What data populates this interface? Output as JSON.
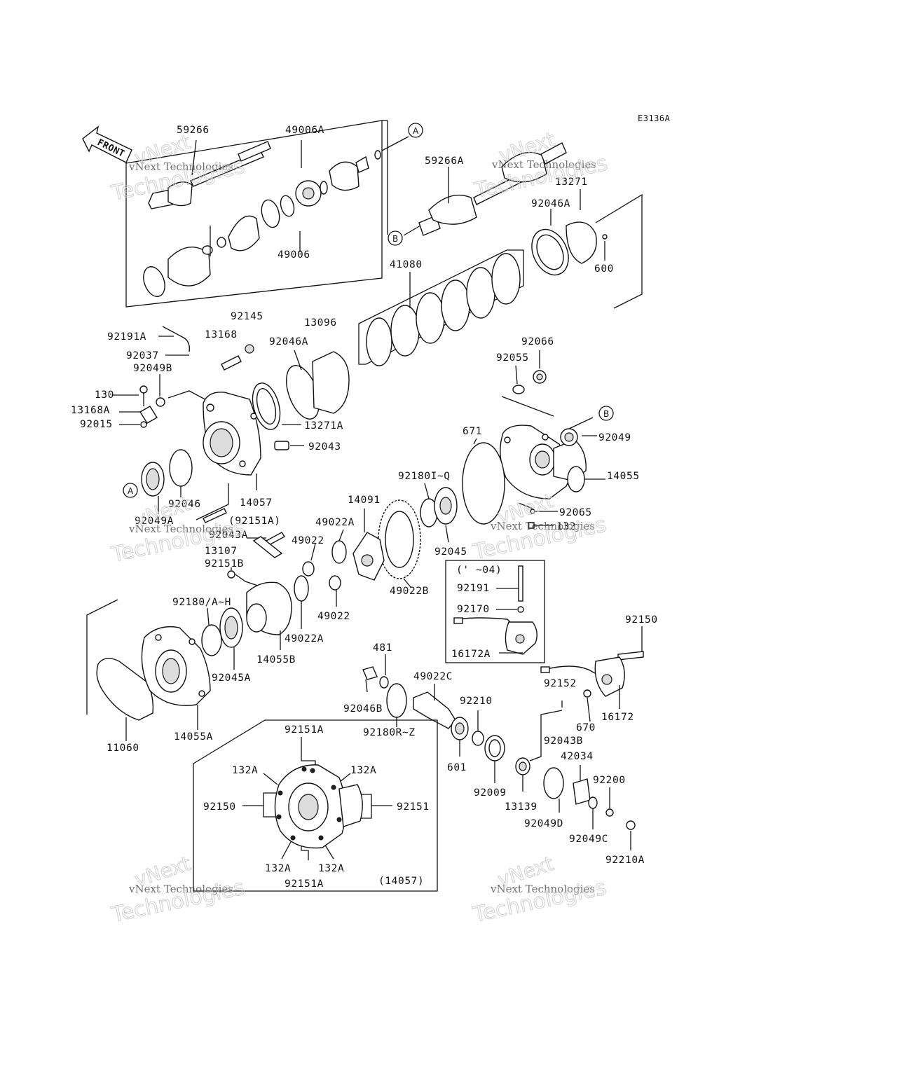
{
  "diagram_code": "E3136A",
  "front_arrow_label": "FRONT",
  "callouts": [
    "A",
    "B"
  ],
  "variant_box_label": "(' ~04)",
  "inset_label": "(14057)",
  "watermark": {
    "line1": "vNext Technologies",
    "line2": "vNext",
    "line3": "Technologies"
  },
  "parts": {
    "p59266": "59266",
    "p49006A": "49006A",
    "p49006": "49006",
    "p59266A": "59266A",
    "p13271_top": "13271",
    "p92046A_top": "92046A",
    "p600": "600",
    "p41080": "41080",
    "p92145": "92145",
    "p13096": "13096",
    "p92191A": "92191A",
    "p13168": "13168",
    "p92046A_mid": "92046A",
    "p92037": "92037",
    "p92049B": "92049B",
    "p130": "130",
    "p13168A": "13168A",
    "p92015": "92015",
    "p13271A": "13271A",
    "p92043": "92043",
    "p92066": "92066",
    "p92055": "92055",
    "p92049": "92049",
    "p671": "671",
    "p14055": "14055",
    "p92180IQ": "92180I~Q",
    "p14091": "14091",
    "p92065": "92065",
    "p132": "132",
    "p92046": "92046",
    "p14057": "14057",
    "p92049A": "92049A",
    "p92151A_paren": "(92151A)",
    "p92043A": "92043A",
    "p49022A": "49022A",
    "p49022_top": "49022",
    "p92045": "92045",
    "p13107": "13107",
    "p92151B": "92151B",
    "p49022B": "49022B",
    "p92191": "92191",
    "p92170": "92170",
    "p16172A": "16172A",
    "p92180AH": "92180/A~H",
    "p49022_bot": "49022",
    "p49022A_bot": "49022A",
    "p14055B": "14055B",
    "p92045A": "92045A",
    "p92150_right": "92150",
    "p481": "481",
    "p49022C": "49022C",
    "p92152": "92152",
    "p92210": "92210",
    "p670": "670",
    "p16172": "16172",
    "p92046B": "92046B",
    "p92180RZ": "92180R~Z",
    "p14055A": "14055A",
    "p11060": "11060",
    "p92043B": "92043B",
    "p42034": "42034",
    "p601": "601",
    "p92009": "92009",
    "p92200": "92200",
    "p13139": "13139",
    "p92049D": "92049D",
    "p92049C": "92049C",
    "p92210A": "92210A",
    "inset_92151A_top": "92151A",
    "inset_132A_tl": "132A",
    "inset_132A_tr": "132A",
    "inset_92150": "92150",
    "inset_92151": "92151",
    "inset_132A_bl": "132A",
    "inset_132A_br": "132A",
    "inset_92151A_bot": "92151A"
  }
}
